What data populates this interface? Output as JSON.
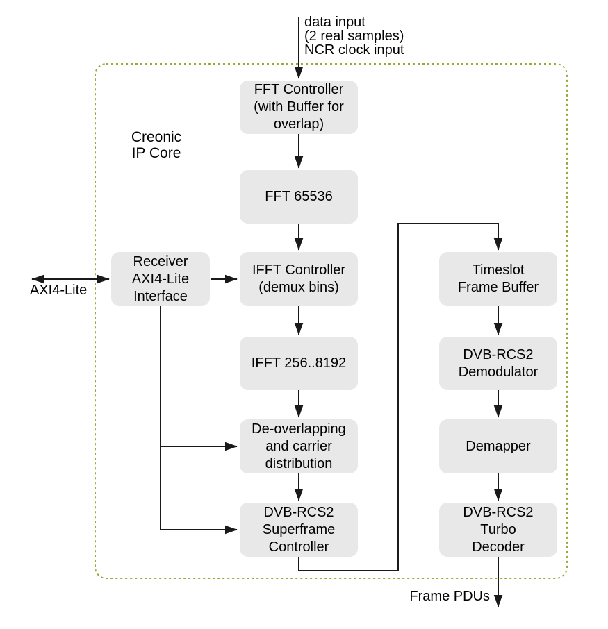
{
  "colors": {
    "block_fill": "#e8e8e8",
    "core_border": "#96ab38",
    "line": "#1a1a1a",
    "text": "#000000"
  },
  "core_label": "Creonic\nIP Core",
  "external_labels": {
    "data_input": "data input\n(2 real samples)\nNCR clock input",
    "axi4_lite": "AXI4-Lite",
    "frame_pdus": "Frame PDUs"
  },
  "blocks": {
    "fft_controller": "FFT Controller\n(with Buffer for\noverlap)",
    "fft_65536": "FFT 65536",
    "ifft_controller": "IFFT Controller\n(demux bins)",
    "ifft_256_8192": "IFFT 256..8192",
    "de_overlapping": "De-overlapping\nand carrier\ndistribution",
    "superframe_controller": "DVB-RCS2\nSuperframe\nController",
    "receiver_axi4_lite_interface": "Receiver\nAXI4-Lite\nInterface",
    "timeslot_frame_buffer": "Timeslot\nFrame Buffer",
    "dvb_rcs2_demodulator": "DVB-RCS2\nDemodulator",
    "demapper": "Demapper",
    "dvb_rcs2_turbo_decoder": "DVB-RCS2\nTurbo\nDecoder"
  }
}
